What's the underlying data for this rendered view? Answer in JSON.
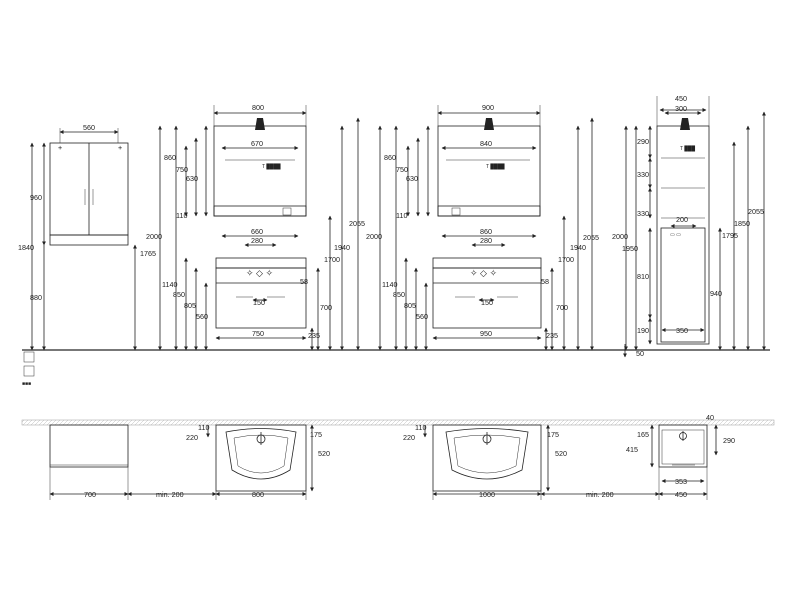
{
  "front": {
    "tall_cabinet": {
      "width": "560",
      "top": "960",
      "total": "1840",
      "bottom": "880",
      "right": "1765"
    },
    "unit800": {
      "mirror_width": "800",
      "light_width": "670",
      "plate": "660",
      "basin_inner": "280",
      "drawer_width": "750",
      "handle": "150",
      "left": [
        "860",
        "750",
        "630",
        "110",
        "2000",
        "1140",
        "850",
        "805",
        "560"
      ],
      "right": [
        "2055",
        "1940",
        "1700",
        "58",
        "700",
        "235"
      ]
    },
    "unit900": {
      "mirror_width": "900",
      "light_width": "840",
      "plate": "860",
      "basin_inner": "280",
      "drawer_width": "950",
      "handle": "150",
      "left": [
        "860",
        "750",
        "630",
        "110",
        "2000",
        "1140",
        "850",
        "805",
        "560"
      ],
      "right": [
        "2055",
        "1940",
        "1700",
        "58",
        "700",
        "235"
      ]
    },
    "column": {
      "outer": "450",
      "inner": "300",
      "door": "200",
      "bottom_width": "350",
      "left": [
        "290",
        "330",
        "330",
        "810",
        "190",
        "2000",
        "1950"
      ],
      "right": [
        "2055",
        "1850",
        "1795",
        "940"
      ],
      "floor_gap": "50"
    }
  },
  "plan": {
    "p1": {
      "depth_a": "110",
      "depth_b": "220",
      "depth_c": "175",
      "depth_d": "520",
      "cab_width": "700",
      "gap": "min. 200",
      "unit": "800"
    },
    "p2": {
      "depth_a": "110",
      "depth_b": "220",
      "depth_c": "175",
      "depth_d": "520",
      "gap": "min. 200",
      "unit": "1000"
    },
    "p3": {
      "top": "40",
      "depth_a": "165",
      "depth_b": "415",
      "depth_c": "290",
      "inner": "353",
      "unit": "450"
    }
  }
}
